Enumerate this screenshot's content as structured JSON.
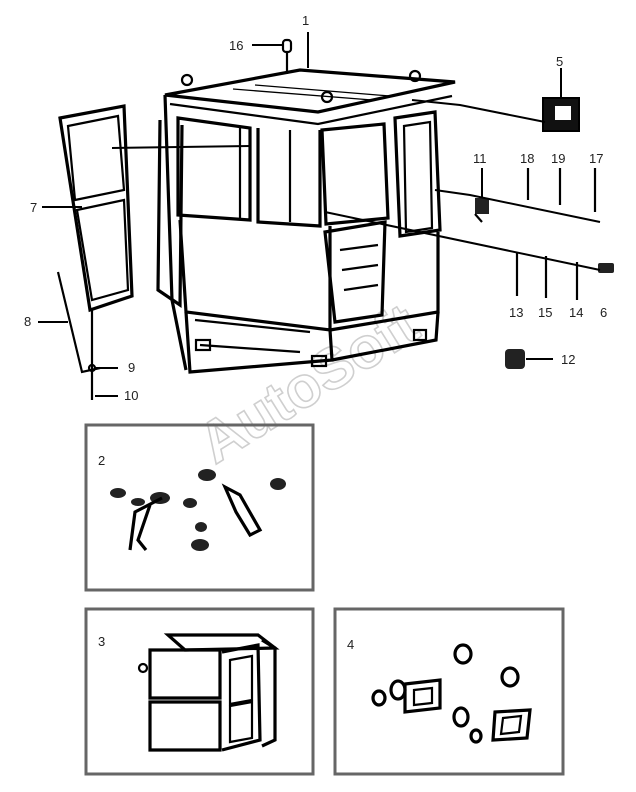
{
  "watermark": "AutoSoft",
  "callouts": {
    "c1": "1",
    "c2": "2",
    "c3": "3",
    "c4": "4",
    "c5": "5",
    "c6": "6",
    "c7": "7",
    "c8": "8",
    "c9": "9",
    "c10": "10",
    "c11": "11",
    "c12": "12",
    "c13": "13",
    "c14": "14",
    "c15": "15",
    "c16": "16",
    "c17": "17",
    "c18": "18",
    "c19": "19"
  }
}
